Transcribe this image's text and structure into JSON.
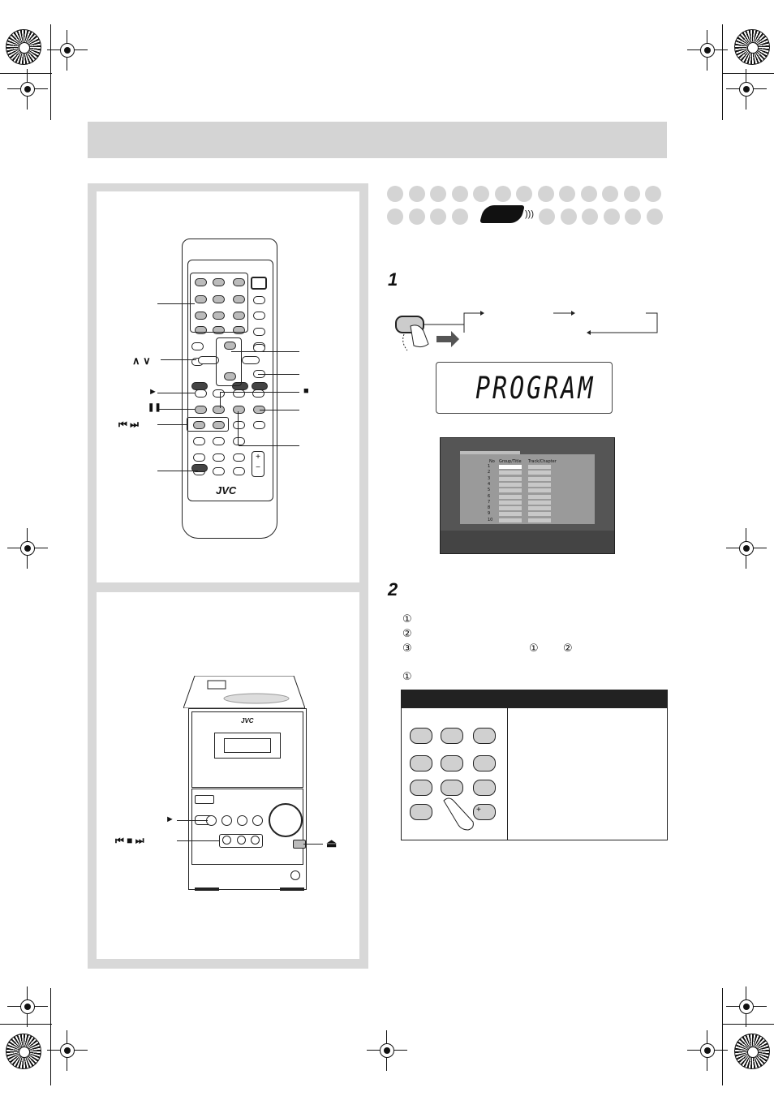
{
  "header": {
    "title": ""
  },
  "remote": {
    "brand": "JVC"
  },
  "unit": {
    "brand": "JVC"
  },
  "labels": {
    "up_down": "∧ ∨",
    "play": "►",
    "pause": "❚❚",
    "skip": "⏮ ⏭",
    "stop": "■",
    "unit_play": "►",
    "unit_skip_stop": "⏮ ■ ⏭",
    "eject": "⏏"
  },
  "steps": [
    {
      "number": "1"
    },
    {
      "number": "2"
    }
  ],
  "display": {
    "text": "PROGRAM"
  },
  "program_screen": {
    "col_no": "No",
    "col_group": "Group/Title",
    "col_track": "Track/Chapter",
    "rows": [
      "1",
      "2",
      "3",
      "4",
      "5",
      "6",
      "7",
      "8",
      "9",
      "10"
    ]
  },
  "substeps": [
    "①",
    "②",
    "③",
    "①",
    "②",
    "①"
  ],
  "numpad": {
    "plus": "+"
  },
  "colors": {
    "header_bar": "#d4d4d4",
    "panel": "#d8d8d8",
    "tv": "#555555"
  }
}
